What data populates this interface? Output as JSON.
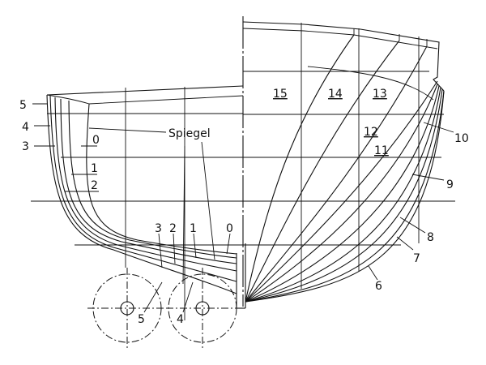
{
  "title_label": "Spiegel",
  "aft_stations": [
    "5",
    "4",
    "3",
    "2",
    "1",
    "0"
  ],
  "aft_bottom_labels": [
    "3",
    "2",
    "1",
    "0"
  ],
  "aft_keel_labels": [
    "5",
    "4"
  ],
  "fore_stations": [
    "15",
    "14",
    "13",
    "12",
    "11",
    "10",
    "9",
    "8",
    "7",
    "6"
  ]
}
